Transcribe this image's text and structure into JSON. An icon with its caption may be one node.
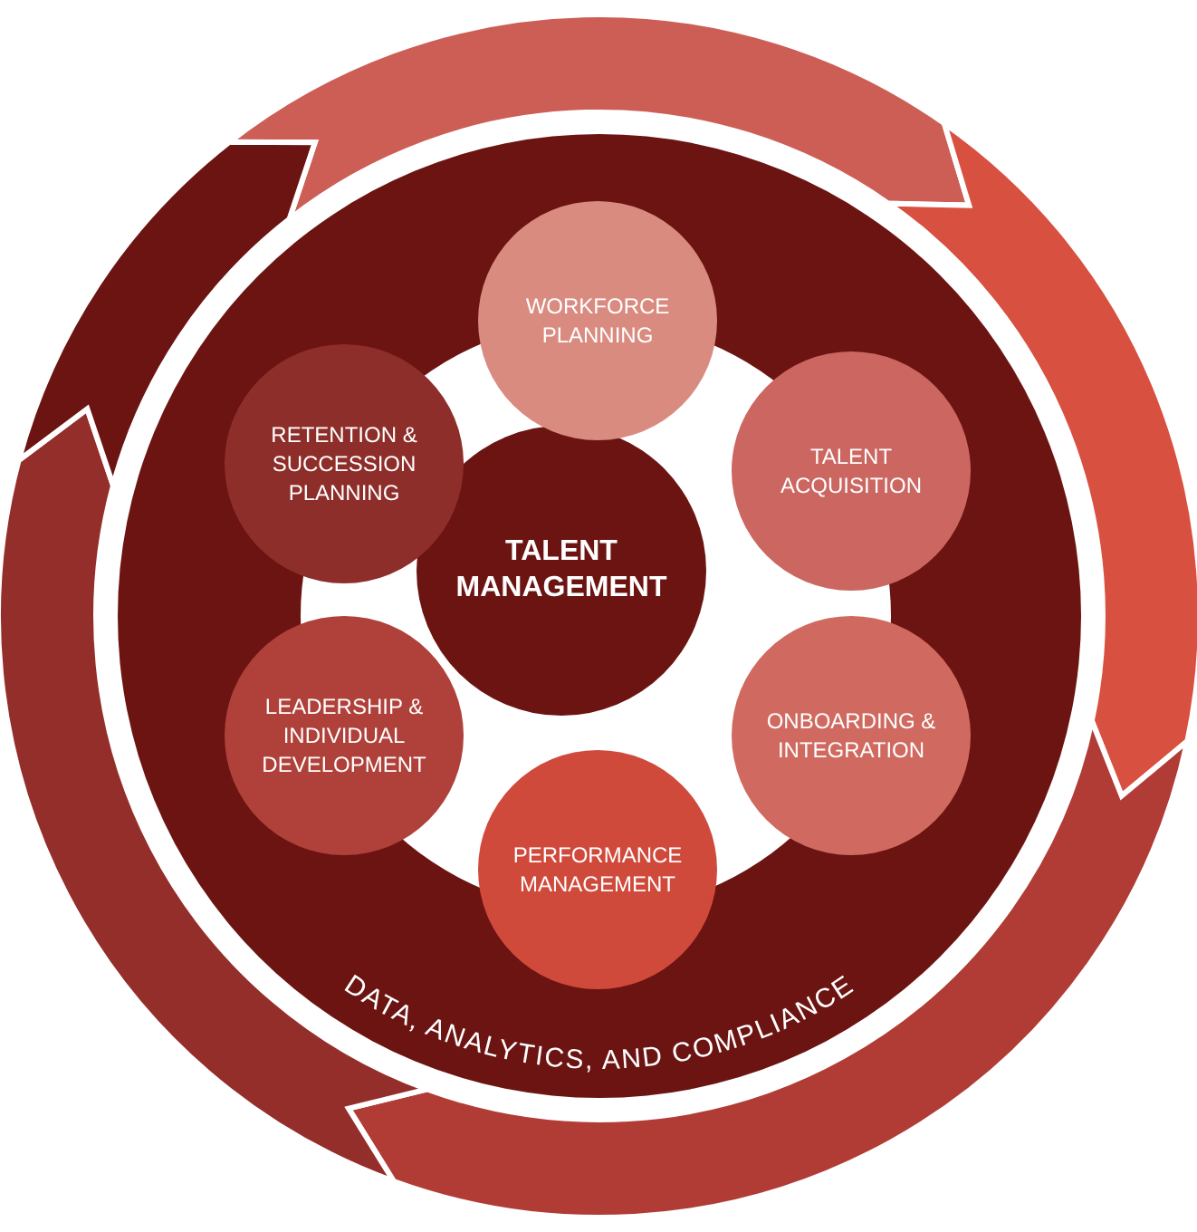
{
  "diagram": {
    "nodes": [
      {
        "text": [
          "DATA, ANALYTICS, AND COMPLIANCE"
        ]
      },
      {
        "text": [
          "TALENT MANAGEMENT"
        ],
        "in": 0
      },
      {
        "text": [
          "WORKFORCE PLANNING"
        ],
        "in": 0
      },
      {
        "text": [
          "TALENT ACQUISITION"
        ],
        "in": 0
      },
      {
        "text": [
          "ONBOARDING & INTEGRATION"
        ],
        "in": 0
      },
      {
        "text": [
          "PERFORMANCE MANAGEMENT"
        ],
        "in": 0
      },
      {
        "text": [
          "LEADERSHIP & INDIVIDUAL DEVELOPMENT"
        ],
        "in": 0
      },
      {
        "text": [
          "RETENTION & SUCCESSION PLANNING"
        ],
        "in": 0
      }
    ]
  }
}
